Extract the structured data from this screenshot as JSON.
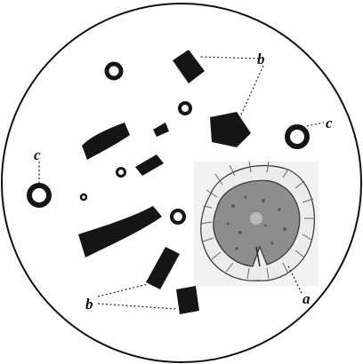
{
  "labels": {
    "a": "a",
    "b_top": "b",
    "b_bottom": "b",
    "c_left": "c",
    "c_right": "c"
  },
  "colors": {
    "ink": "#111111",
    "paper": "#ffffff",
    "cell_fill": "#9a9a9a",
    "cell_halo": "#e6e6e6"
  }
}
